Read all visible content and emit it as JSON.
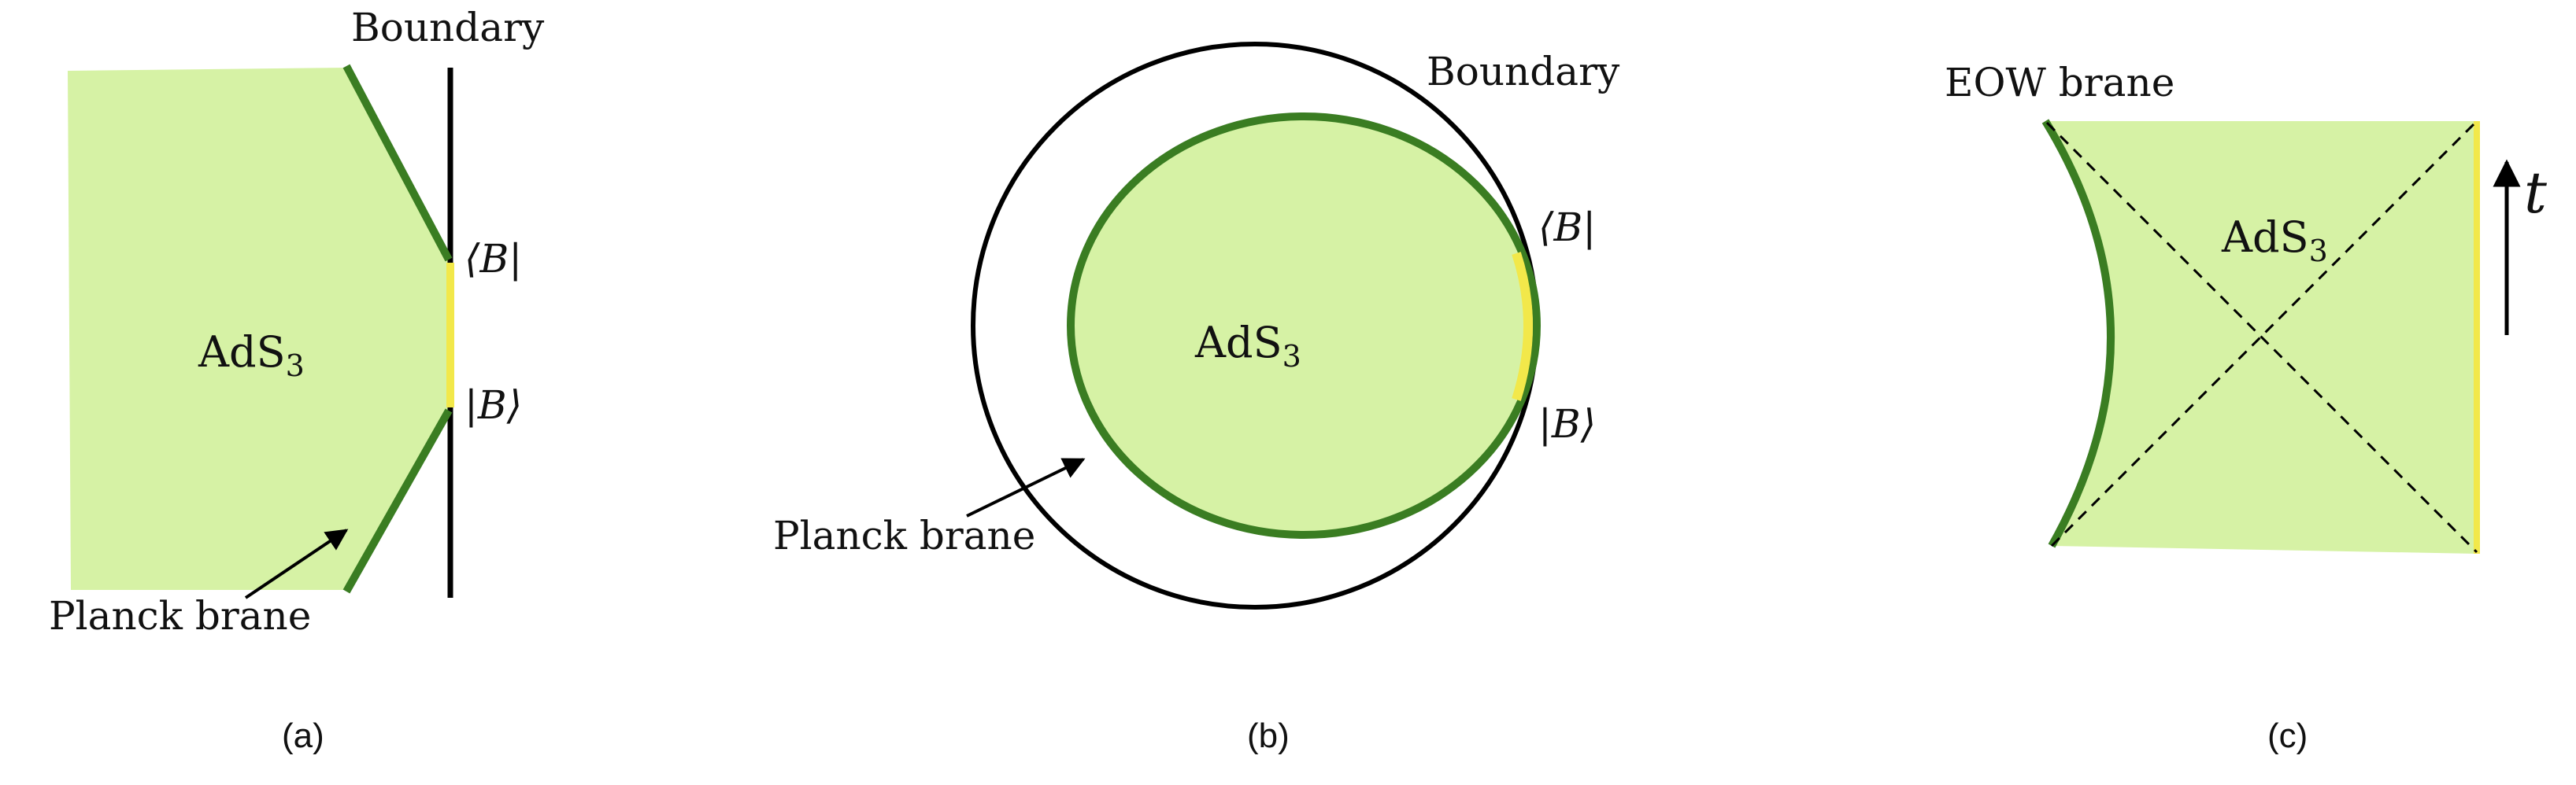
{
  "colors": {
    "region_fill": "#d6f2a5",
    "brane": "#3a7d22",
    "boundary_segment": "#f2e84a",
    "line": "#000000"
  },
  "panel_a": {
    "boundary_label": "Boundary",
    "bulk_label": "AdS",
    "bulk_subscript": "3",
    "bra_label": "⟨B|",
    "ket_label": "|B⟩",
    "brane_label": "Planck brane",
    "caption": "(a)"
  },
  "panel_b": {
    "boundary_label": "Boundary",
    "bulk_label": "AdS",
    "bulk_subscript": "3",
    "bra_label": "⟨B|",
    "ket_label": "|B⟩",
    "brane_label": "Planck brane",
    "caption": "(b)"
  },
  "panel_c": {
    "brane_label": "EOW brane",
    "bulk_label": "AdS",
    "bulk_subscript": "3",
    "time_label": "t",
    "caption": "(c)"
  }
}
